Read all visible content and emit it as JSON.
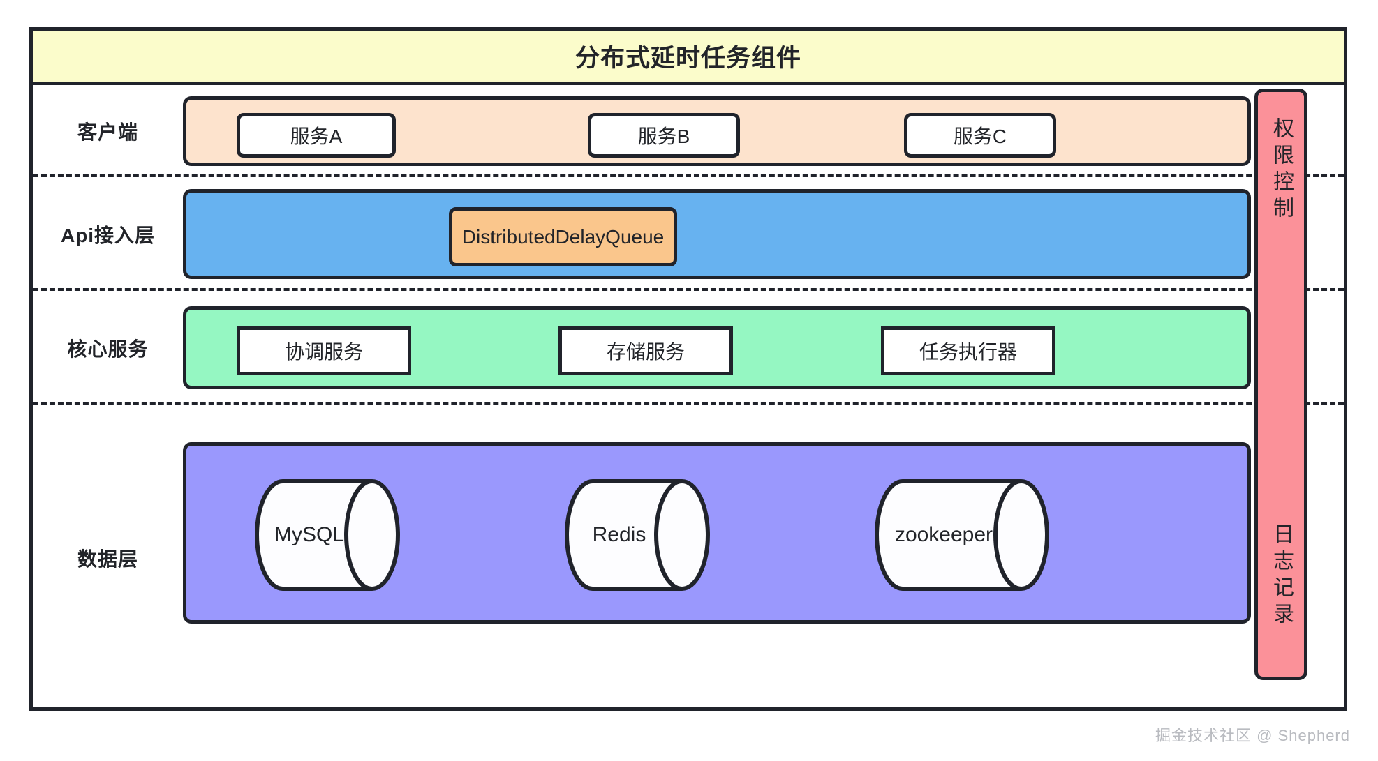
{
  "diagram": {
    "title": "分布式延时任务组件",
    "colors": {
      "title_band": "#fbfccb",
      "client_band": "#fde3cd",
      "api_band": "#67b2f0",
      "core_band": "#95f7c2",
      "data_band": "#9a98fd",
      "highlight_node": "#fac68c",
      "sidebar": "#fb9199",
      "stroke": "#20232b",
      "node_fill": "#ffffff"
    },
    "layers": [
      {
        "label": "客户端",
        "band": "client",
        "nodes": [
          {
            "label": "服务A",
            "shape": "rounded-rect"
          },
          {
            "label": "服务B",
            "shape": "rounded-rect"
          },
          {
            "label": "服务C",
            "shape": "rounded-rect"
          }
        ]
      },
      {
        "label": "Api接入层",
        "band": "api",
        "nodes": [
          {
            "label": "DistributedDelayQueue",
            "shape": "rounded-rect-highlight"
          }
        ]
      },
      {
        "label": "核心服务",
        "band": "core",
        "nodes": [
          {
            "label": "协调服务",
            "shape": "rect"
          },
          {
            "label": "存储服务",
            "shape": "rect"
          },
          {
            "label": "任务执行器",
            "shape": "rect"
          }
        ]
      },
      {
        "label": "数据层",
        "band": "data",
        "nodes": [
          {
            "label": "MySQL",
            "shape": "cylinder"
          },
          {
            "label": "Redis",
            "shape": "cylinder"
          },
          {
            "label": "zookeeper",
            "shape": "cylinder"
          }
        ]
      }
    ],
    "sidebar": {
      "top_label": "权限控制",
      "bottom_label": "日志记录"
    },
    "watermark": "掘金技术社区 @ Shepherd"
  }
}
